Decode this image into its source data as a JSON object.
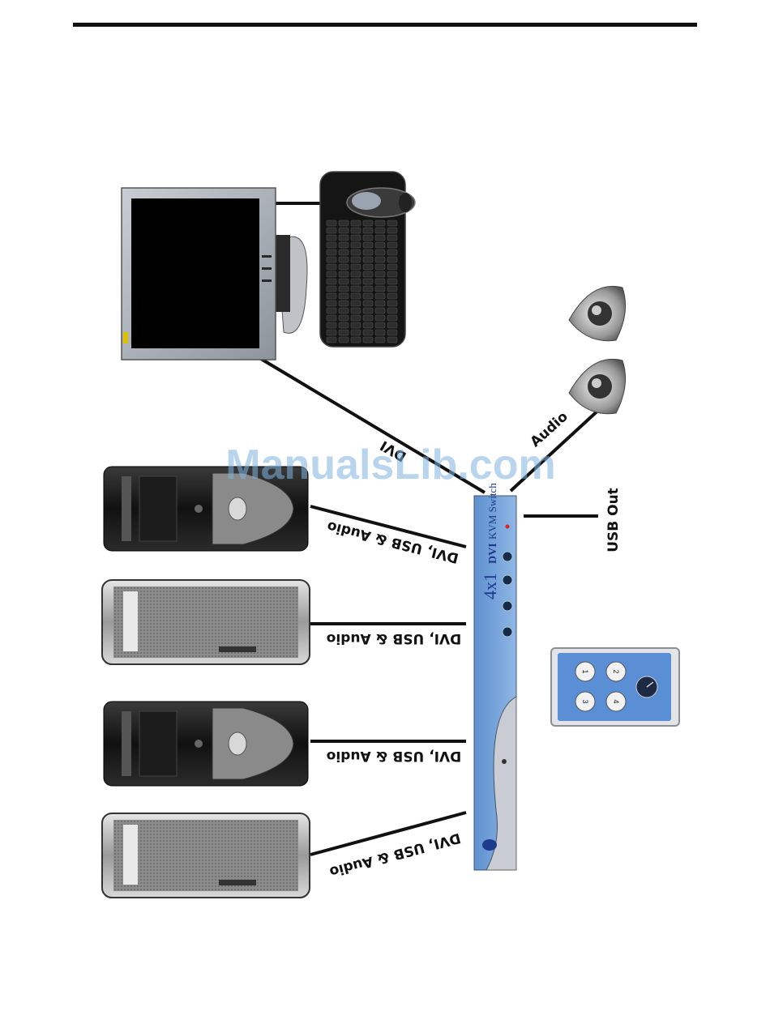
{
  "watermark": "ManualsLib.com",
  "cables": {
    "dvi_label": "DVI",
    "audio_label": "Audio",
    "usb_out_label": "USB Out",
    "pc1_label": "DVI, USB & Audio",
    "pc2_label": "DVI, USB & Audio",
    "pc3_label": "DVI, USB & Audio",
    "pc4_label": "DVI, USB & Audio"
  },
  "kvm_switch": {
    "model_number": "4x1",
    "model_prefix": "DVI",
    "title": "KVM Switch"
  },
  "remote": {
    "buttons": [
      "1",
      "2",
      "3",
      "4"
    ]
  },
  "colors": {
    "kvm_body": "#6f9fd8",
    "kvm_lower": "#c9ccd2",
    "remote_blue": "#5a8fd6",
    "cable": "#111111"
  }
}
